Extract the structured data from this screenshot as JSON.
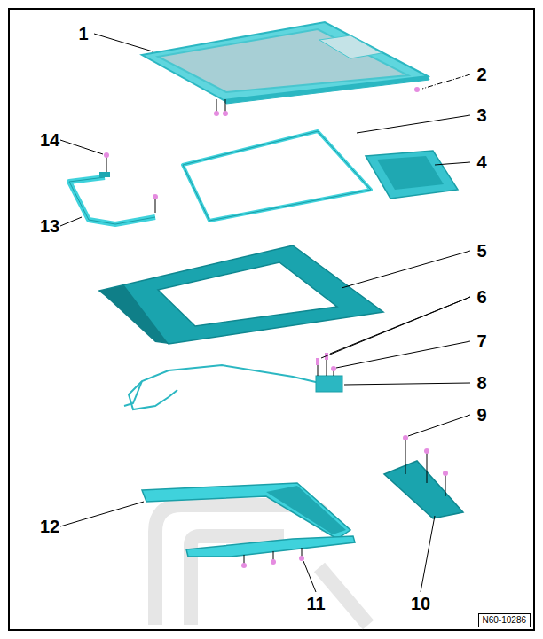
{
  "diagram": {
    "nodes": [
      {
        "text": [
          "N60-10286"
        ]
      }
    ],
    "labels": [
      "1",
      "2",
      "3",
      "14",
      "4",
      "13",
      "5",
      "6",
      "7",
      "8",
      "9",
      "12",
      "11",
      "10"
    ]
  }
}
